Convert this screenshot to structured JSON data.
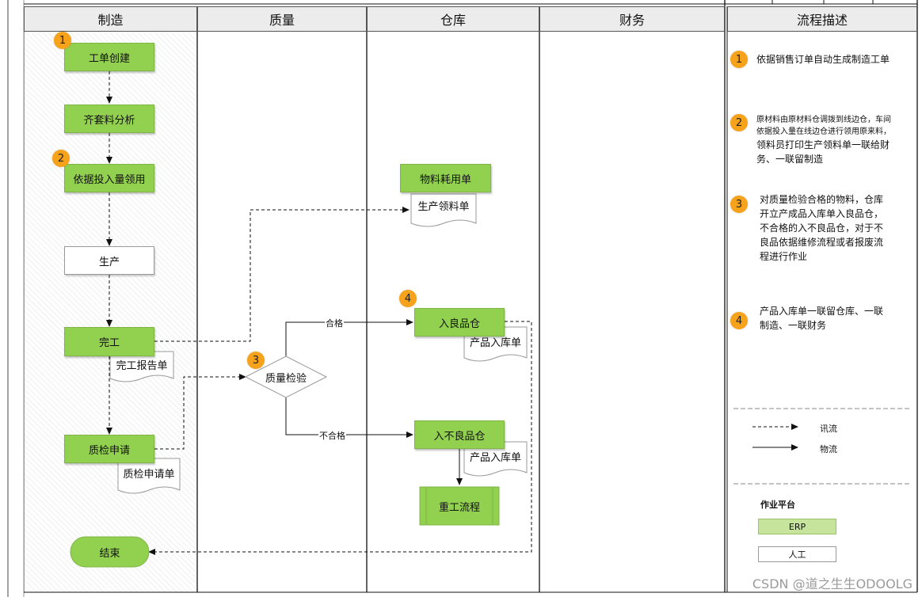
{
  "lanes": {
    "manufacturing": "制造",
    "quality": "质量",
    "warehouse": "仓库",
    "finance": "财务",
    "process_description": "流程描述"
  },
  "nodes": {
    "work_order_create": "工单创建",
    "kit_analysis": "齐套料分析",
    "issue_by_input": "依据投入量领用",
    "production": "生产",
    "completion": "完工",
    "completion_report": "完工报告单",
    "qc_request": "质检申请",
    "qc_request_form": "质检申请单",
    "end": "结束",
    "quality_check": "质量检验",
    "material_consumption": "物料耗用单",
    "production_issue_form": "生产领料单",
    "good_warehouse": "入良品仓",
    "good_receipt_form": "产品入库单",
    "bad_warehouse": "入不良品仓",
    "bad_receipt_form": "产品入库单",
    "rework": "重工流程"
  },
  "edge_labels": {
    "pass": "合格",
    "fail": "不合格"
  },
  "badges": [
    "1",
    "2",
    "3",
    "4"
  ],
  "descriptions": {
    "d1": "依据销售订单自动生成制造工单",
    "d2_small_1": "原材料由原材料仓调拨到线边仓，车间",
    "d2_small_2": "依据投入量在线边仓进行领用原来料，",
    "d2_line_3": "领料员打印生产领料单一联给财",
    "d2_line_4": "务、一联留制造",
    "d3_1": "对质量检验合格的物料，仓库",
    "d3_2": "开立产成品入库单入良品仓，",
    "d3_3": "不合格的入不良品仓，对于不",
    "d3_4": "良品依据维修流程或者报废流",
    "d3_5": "程进行作业",
    "d4_1": "产品入库单一联留仓库、一联",
    "d4_2": "制造、一联财务"
  },
  "legend": {
    "info_flow": "讯流",
    "material_flow": "物流",
    "platform_title": "作业平台",
    "erp": "ERP",
    "manual": "人工"
  },
  "watermark": "CSDN @道之生生ODOOLG",
  "colors": {
    "green": "#92d050",
    "badge": "#f7a21b",
    "header_bg": "#ececec"
  }
}
